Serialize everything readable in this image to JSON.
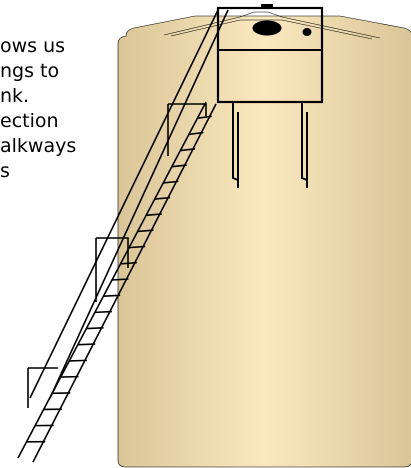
{
  "caption": {
    "lines": [
      "ows us",
      "ngs to",
      "nk.",
      "ection",
      "alkways",
      "s"
    ]
  },
  "colors": {
    "tank_edge": "#d9c597",
    "tank_mid": "#fbe8bf",
    "tank_outline": "#000000",
    "line": "#000000",
    "background": "#ffffff"
  }
}
